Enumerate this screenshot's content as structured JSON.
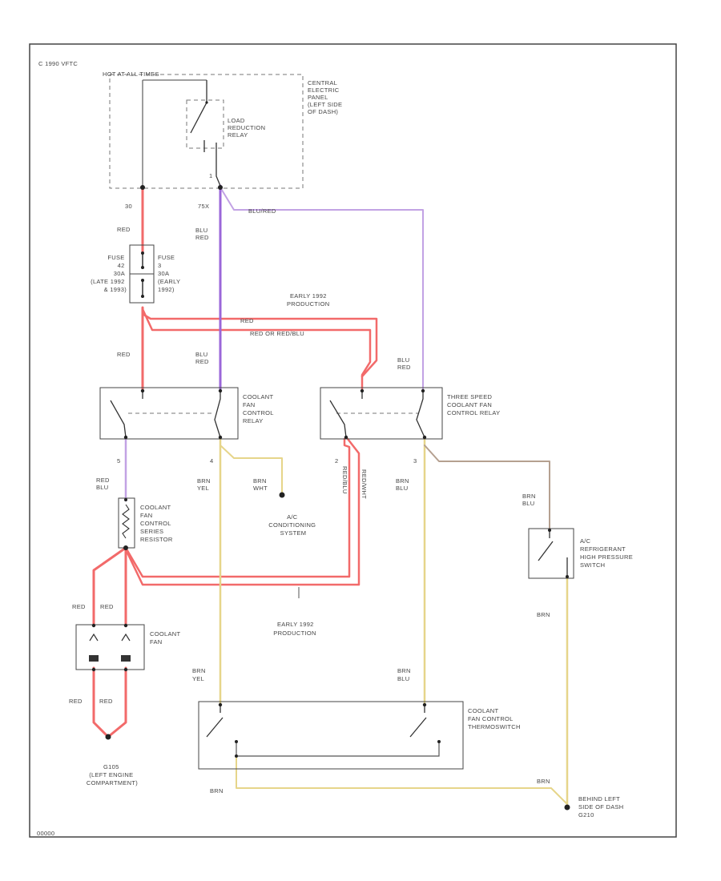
{
  "corner_label": "C 1990 VFTC",
  "hot_label": "HOT AT ALL TIMES",
  "central_panel_label": [
    "CENTRAL",
    "ELECTRIC",
    "PANEL",
    "(LEFT SIDE",
    "OF DASH)"
  ],
  "load_relay_label": [
    "LOAD",
    "REDUCTION",
    "RELAY"
  ],
  "terminal_30": "30",
  "terminal_75x": "75X",
  "terminal_1": "1",
  "wire_red_1": "RED",
  "wire_blu_red_1": [
    "BLU",
    "RED"
  ],
  "wire_blu_red_long": "BLU/RED",
  "fuse_left_label": [
    "FUSE",
    "42",
    "30A",
    "(LATE 1992",
    "& 1993)"
  ],
  "fuse_right_label": [
    "FUSE",
    "3",
    "30A",
    "(EARLY",
    "1992)"
  ],
  "early_1992_top": [
    "EARLY 1992",
    "PRODUCTION"
  ],
  "wire_red_2": "RED",
  "wire_red_wht": "RED OR RED/BLU",
  "wire_red_3": "RED",
  "wire_blu_red_2": [
    "BLU",
    "RED"
  ],
  "wire_blu_red_3": [
    "BLU",
    "RED"
  ],
  "fan_relay_label": [
    "COOLANT",
    "FAN",
    "CONTROL",
    "RELAY"
  ],
  "three_speed_label": [
    "THREE SPEED",
    "COOLANT FAN",
    "CONTROL RELAY"
  ],
  "pin_5": "5",
  "pin_4": "4",
  "pin_2": "2",
  "pin_3": "3",
  "wire_red_blu": [
    "RED",
    "BLU"
  ],
  "wire_brn_yel_1": [
    "BRN",
    "YEL"
  ],
  "wire_brn_wht": [
    "BRN",
    "WHT"
  ],
  "wire_brn_blu_1": [
    "BRN",
    "BLU"
  ],
  "wire_brn_blu_2": [
    "BRN",
    "BLU"
  ],
  "wire_red_blu_v": "RED/BLU",
  "wire_red_wht_v": "RED/WHT",
  "ac_system_label": [
    "A/C",
    "CONDITIONING",
    "SYSTEM"
  ],
  "series_resistor_label": [
    "COOLANT",
    "FAN",
    "CONTROL",
    "SERIES",
    "RESISTOR"
  ],
  "pressure_switch_label": [
    "A/C",
    "REFRIGERANT",
    "HIGH PRESSURE",
    "SWITCH"
  ],
  "early_1992_bottom": [
    "EARLY 1992",
    "PRODUCTION"
  ],
  "wire_red_a": "RED",
  "wire_red_b": "RED",
  "coolant_fan_label": [
    "COOLANT",
    "FAN"
  ],
  "wire_brn_1": "BRN",
  "wire_brn_yel_2": [
    "BRN",
    "YEL"
  ],
  "wire_brn_blu_3": [
    "BRN",
    "BLU"
  ],
  "thermoswitch_label": [
    "COOLANT",
    "FAN CONTROL",
    "THERMOSWITCH"
  ],
  "wire_red_c": "RED",
  "wire_red_d": "RED",
  "ground_left_label": [
    "G105",
    "(LEFT ENGINE",
    "COMPARTMENT)"
  ],
  "wire_brn_2": "BRN",
  "wire_brn_3": "BRN",
  "ground_right_label": [
    "BEHIND LEFT",
    "SIDE OF DASH",
    "G210"
  ],
  "figure_id": "00000",
  "colors": {
    "red_wire": "#f26a6a",
    "violet_wire": "#9a66d9",
    "light_violet_wire": "#c2a2e4",
    "yellow_wire": "#e6d58a",
    "brown_wire": "#b5a090"
  }
}
